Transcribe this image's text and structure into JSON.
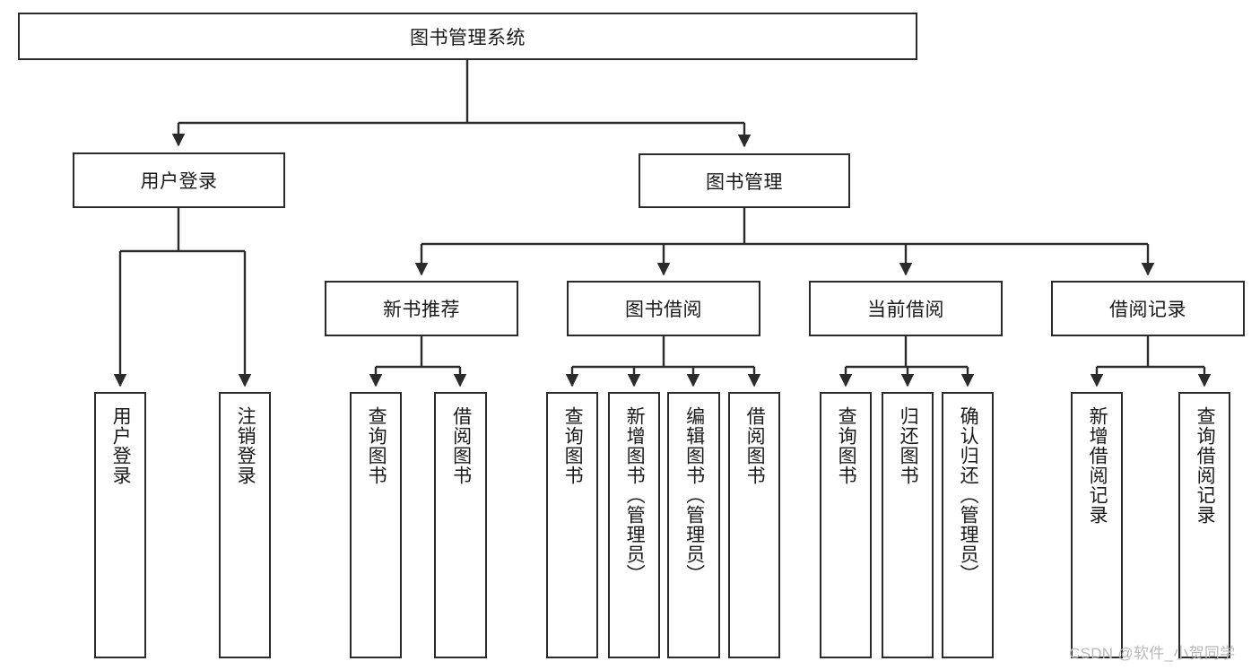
{
  "diagram": {
    "title": "图书管理系统",
    "type": "hierarchy-tree",
    "watermark": "CSDN @软件_小贺同学",
    "colors": {
      "border": "#2b2b2b",
      "background": "#ffffff",
      "text": "#1a1a1a",
      "watermark": "#b9b9b9"
    },
    "levels": {
      "root": {
        "label": "图书管理系统"
      },
      "level2": [
        {
          "label": "用户登录"
        },
        {
          "label": "图书管理"
        }
      ],
      "level3": [
        {
          "label": "新书推荐"
        },
        {
          "label": "图书借阅"
        },
        {
          "label": "当前借阅"
        },
        {
          "label": "借阅记录"
        }
      ],
      "level4": [
        {
          "label": "用户登录",
          "parent": "用户登录"
        },
        {
          "label": "注销登录",
          "parent": "用户登录"
        },
        {
          "label": "查询图书",
          "parent": "新书推荐"
        },
        {
          "label": "借阅图书",
          "parent": "新书推荐"
        },
        {
          "label": "查询图书",
          "parent": "图书借阅"
        },
        {
          "label": "新增图书（管理员）",
          "parent": "图书借阅"
        },
        {
          "label": "编辑图书（管理员）",
          "parent": "图书借阅"
        },
        {
          "label": "借阅图书",
          "parent": "图书借阅"
        },
        {
          "label": "查询图书",
          "parent": "当前借阅"
        },
        {
          "label": "归还图书",
          "parent": "当前借阅"
        },
        {
          "label": "确认归还（管理员）",
          "parent": "当前借阅"
        },
        {
          "label": "新增借阅记录",
          "parent": "借阅记录"
        },
        {
          "label": "查询借阅记录",
          "parent": "借阅记录"
        }
      ]
    }
  }
}
